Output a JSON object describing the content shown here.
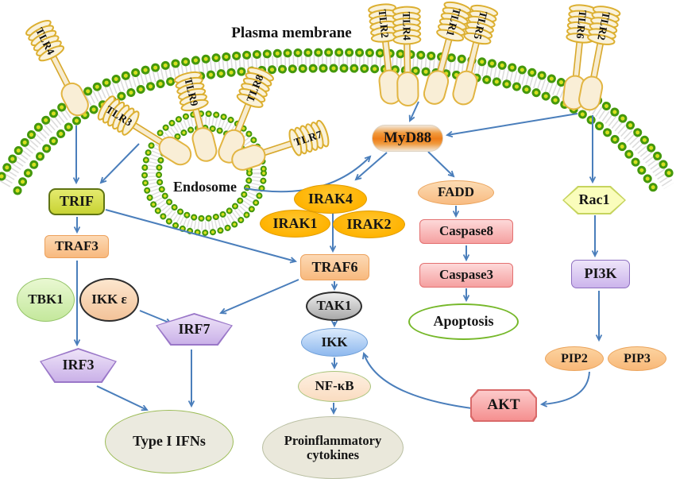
{
  "figure": {
    "plasma_membrane_label": "Plasma membrane",
    "endosome_label": "Endosome"
  },
  "receptors": [
    "TLR4",
    "TLR3",
    "TLR9",
    "TLR8",
    "TLR7",
    "TLR2",
    "TLR4",
    "TLR1",
    "TLR5",
    "TLR6",
    "TLR2"
  ],
  "nodes": {
    "myd88": "MyD88",
    "trif": "TRIF",
    "traf3": "TRAF3",
    "tbk1": "TBK1",
    "ikke": "IKK ε",
    "irf7": "IRF7",
    "irf3": "IRF3",
    "type_i_ifns": "Type I IFNs",
    "irak4": "IRAK4",
    "irak1": "IRAK1",
    "irak2": "IRAK2",
    "traf6": "TRAF6",
    "tak1": "TAK1",
    "ikk": "IKK",
    "nfkb": "NF-κB",
    "cytokines": "Proinflammatory cytokines",
    "fadd": "FADD",
    "caspase8": "Caspase8",
    "caspase3": "Caspase3",
    "apoptosis": "Apoptosis",
    "rac1": "Rac1",
    "pi3k": "PI3K",
    "pip2": "PIP2",
    "pip3": "PIP3",
    "akt": "AKT"
  },
  "colors": {
    "arrow_blue": "#4a7ebb",
    "membrane_green": "#44980c",
    "membrane_yellow": "#d7e021",
    "myd88_orange": "#ee7d1a",
    "irak_orange": "#ffb300",
    "apoptosis_green": "#76b82a"
  }
}
